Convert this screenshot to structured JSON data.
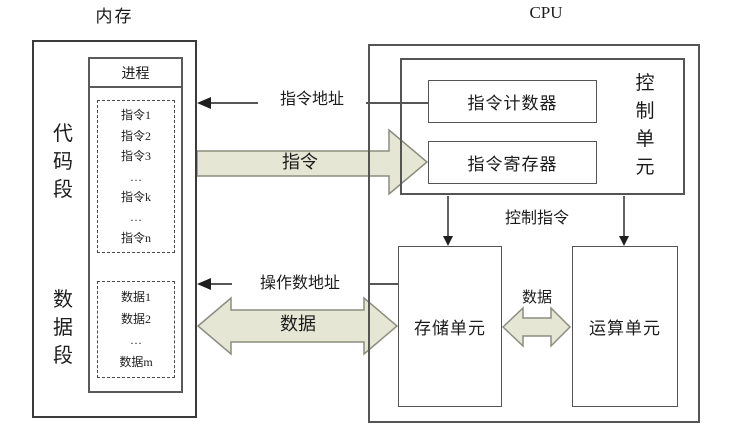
{
  "titles": {
    "memory": "内存",
    "cpu": "CPU"
  },
  "memory": {
    "process_label": "进程",
    "code_segment_label": "代码段",
    "data_segment_label": "数据段",
    "instructions": [
      "指令1",
      "指令2",
      "指令3",
      "…",
      "指令k",
      "…",
      "指令n"
    ],
    "data_items": [
      "数据1",
      "数据2",
      "…",
      "数据m"
    ]
  },
  "cpu": {
    "control_unit_label": "控制单元",
    "instruction_counter_label": "指令计数器",
    "instruction_register_label": "指令寄存器",
    "storage_unit_label": "存储单元",
    "alu_label": "运算单元"
  },
  "arrows": {
    "instruction_address_label": "指令地址",
    "instruction_label": "指令",
    "operand_address_label": "操作数地址",
    "data_label": "数据",
    "control_instruction_label": "控制指令",
    "internal_data_label": "数据"
  },
  "colors": {
    "block_arrow_fill": "#e5e6d3",
    "block_arrow_stroke": "#8b8d80",
    "line_color": "#1f1f1f",
    "box_border": "#555555"
  }
}
